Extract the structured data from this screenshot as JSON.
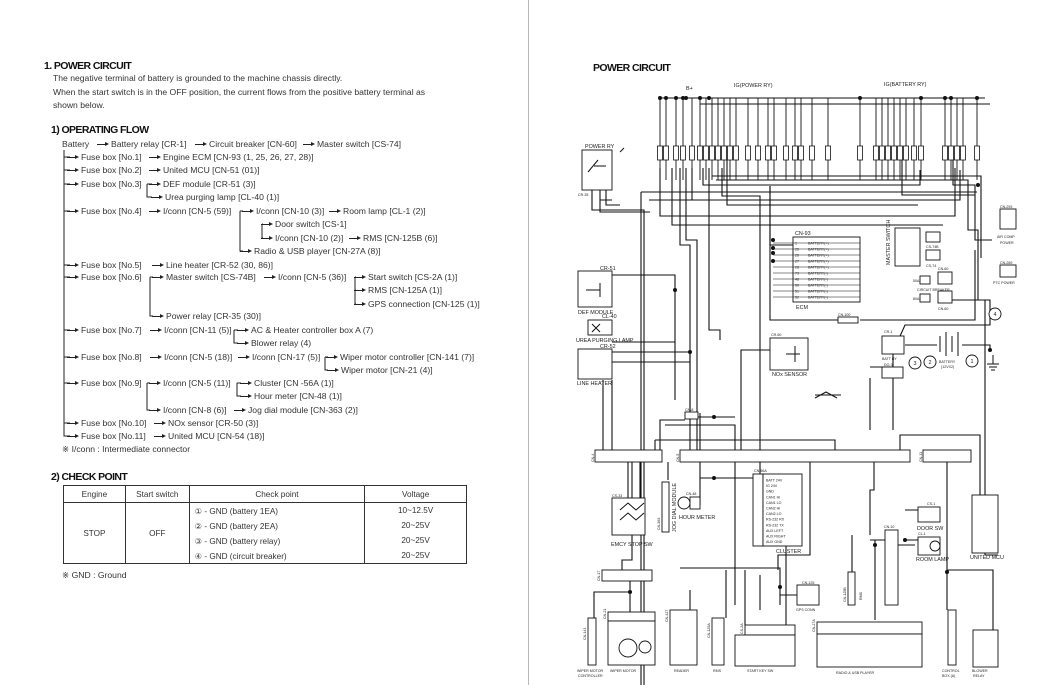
{
  "left": {
    "section_title": "1. POWER CIRCUIT",
    "intro": [
      "The negative terminal of battery is grounded to the machine chassis directly.",
      "When the start switch is in the OFF position, the current flows from the positive battery terminal as",
      "shown below."
    ],
    "flow_title": "1) OPERATING FLOW",
    "flow": {
      "battery": "Battery",
      "battery_relay": "Battery relay [CR-1]",
      "circuit_breaker": "Circuit breaker [CN-60]",
      "master_switch": "Master switch [CS-74]",
      "f1": "Fuse box [No.1]",
      "f1a": "Engine ECM [CN-93 (1, 25, 26, 27, 28)]",
      "f2": "Fuse box [No.2]",
      "f2a": "United MCU [CN-51 (01)]",
      "f3": "Fuse box [No.3]",
      "f3a": "DEF module [CR-51 (3)]",
      "f3b": "Urea purging lamp [CL-40 (1)]",
      "f4": "Fuse box [No.4]",
      "f4a": "I/conn [CN-5 (59)]",
      "f4b": "I/conn [CN-10 (3)]",
      "f4c": "Room lamp [CL-1 (2)]",
      "f4d": "Door switch [CS-1]",
      "f4e": "I/conn [CN-10 (2)]",
      "f4f": "RMS [CN-125B (6)]",
      "f4g": "Radio & USB player [CN-27A (8)]",
      "f5": "Fuse box [No.5]",
      "f5a": "Line heater [CR-52 (30, 86)]",
      "f6": "Fuse box [No.6]",
      "f6a": "Master switch [CS-74B]",
      "f6b": "I/conn [CN-5 (36)]",
      "f6c": "Start switch [CS-2A (1)]",
      "f6d": "RMS [CN-125A (1)]",
      "f6e": "GPS connection [CN-125 (1)]",
      "f6f": "Power relay [CR-35 (30)]",
      "f7": "Fuse box [No.7]",
      "f7a": "I/conn [CN-11 (5)]",
      "f7b": "AC & Heater controller box A (7)",
      "f7c": "Blower relay (4)",
      "f8": "Fuse box [No.8]",
      "f8a": "I/conn [CN-5 (18)]",
      "f8b": "I/conn [CN-17 (5)]",
      "f8c": "Wiper motor controller [CN-141 (7)]",
      "f8d": "Wiper motor [CN-21 (4)]",
      "f9": "Fuse box [No.9]",
      "f9a": "I/conn [CN-5 (11)]",
      "f9b": "Cluster [CN -56A (1)]",
      "f9c": "Hour meter [CN-48 (1)]",
      "f9d": "I/conn [CN-8 (6)]",
      "f9e": "Jog dial module [CN-363 (2)]",
      "f10": "Fuse box [No.10]",
      "f10a": "NOx sensor [CR-50 (3)]",
      "f11": "Fuse box [No.11]",
      "f11a": "United MCU [CN-54 (18)]",
      "note": "※ I/conn : Intermediate connector"
    },
    "check_title": "2) CHECK POINT",
    "check_table": {
      "headers": [
        "Engine",
        "Start switch",
        "Check point",
        "Voltage"
      ],
      "engine": "STOP",
      "start_switch": "OFF",
      "rows": [
        {
          "point": "① - GND (battery 1EA)",
          "voltage": "10~12.5V"
        },
        {
          "point": "② - GND (battery 2EA)",
          "voltage": "20~25V"
        },
        {
          "point": "③ - GND (battery relay)",
          "voltage": "20~25V"
        },
        {
          "point": "④ - GND (circuit breaker)",
          "voltage": "20~25V"
        }
      ]
    },
    "gnd_note": "※ GND : Ground"
  },
  "diagram": {
    "title": "POWER CIRCUIT",
    "bplus": "B+",
    "ig_power": "IG(POWER RY)",
    "ig_battery": "IG(BATTERY RY)",
    "power_ry": "POWER RY",
    "cr35": "CR-35",
    "cr51": "CR-51",
    "def_module": "DEF MODULE",
    "cl40": "CL-40",
    "urea_lamp": "UREA PURGING LAMP",
    "cr52": "CR-52",
    "line_heater": "LINE HEATER",
    "cn93": "CN-93",
    "ecm": "ECM",
    "ecm_pins": [
      {
        "pin": "1",
        "label": "BATTERY(+)"
      },
      {
        "pin": "25",
        "label": "BATTERY(+)"
      },
      {
        "pin": "26",
        "label": "BATTERY(+)"
      },
      {
        "pin": "27",
        "label": "BATTERY(+)"
      },
      {
        "pin": "28",
        "label": "BATTERY(+)"
      },
      {
        "pin": "73",
        "label": "BATTERY(-)"
      },
      {
        "pin": "48",
        "label": "BATTERY(-)"
      },
      {
        "pin": "50",
        "label": "BATTERY(-)"
      },
      {
        "pin": "51",
        "label": "BATTERY(-)"
      },
      {
        "pin": "52",
        "label": "BATTERY(-)"
      }
    ],
    "master_switch": "MASTER SWITCH",
    "cs74b": "CS-74B",
    "cs74": "CS-74",
    "cn60": "CN-60",
    "circuit_breaker": "CIRCUIT BREAKER",
    "a50": "50A",
    "a80": "80A",
    "cn293": "CN-293",
    "air_comp": "AIR COMP",
    "power": "POWER",
    "cn289": "CN-289",
    "ptc_power": "PTC POWER",
    "cn100": "CN-100",
    "cr50": "CR-50",
    "nox_sensor": "NOx SENSOR",
    "cr1": "CR-1",
    "batt_ry": "BATT RY",
    "battery": "BATTERY",
    "battery_spec": "(12VX2)",
    "do3": "DO-3",
    "points": [
      "1",
      "2",
      "3",
      "4"
    ],
    "cn4": "CN-4",
    "cn5": "CN-5",
    "cn11": "CN-11",
    "cn8": "CN-8",
    "cs33": "CS-33",
    "emcy_stop": "EMCY STOP SW",
    "cn363": "CN-363",
    "jog_dial": "JOG DIAL MODULE",
    "cn48": "CN-48",
    "hour_meter": "HOUR METER",
    "cn56a": "CN-56A",
    "cluster": "CLUSTER",
    "cluster_pins": [
      "BATT 24V",
      "IG 24V",
      "GND",
      "CAN1 HI",
      "CAN1 LO",
      "CAN2 HI",
      "CAN2 LO",
      "RS-232 RX",
      "RS-232 TX",
      "AUX LEFT",
      "AUX RIGHT",
      "AUX GND"
    ],
    "cn10": "CN-10",
    "cs1": "CS-1",
    "door_sw": "DOOR SW",
    "cl1": "CL-1",
    "room_lamp": "ROOM LAMP",
    "united_mcu": "UNITED MCU",
    "cn17": "CN-17",
    "cn141": "CN-141",
    "wiper_ctrl_1": "WIPER MOTOR",
    "wiper_ctrl_2": "CONTROLLER",
    "cn21": "CN-21",
    "wiper_motor": "WIPER MOTOR",
    "cn427": "CN-427",
    "reader": "READER",
    "cn125a": "CN-125A",
    "rms": "RMS",
    "cs2a": "CS-2A",
    "start_key": "START KEY SW",
    "cn125": "CN-125",
    "gps_conn": "GPS CONN",
    "cn125b": "CN-125B",
    "rms_b": "RMS",
    "cn27a": "CN-27A",
    "radio": "RADIO & USB PLAYER",
    "control_box_1": "CONTROL",
    "control_box_2": "BOX (A)",
    "blower_1": "BLOWER",
    "blower_2": "RELAY"
  }
}
